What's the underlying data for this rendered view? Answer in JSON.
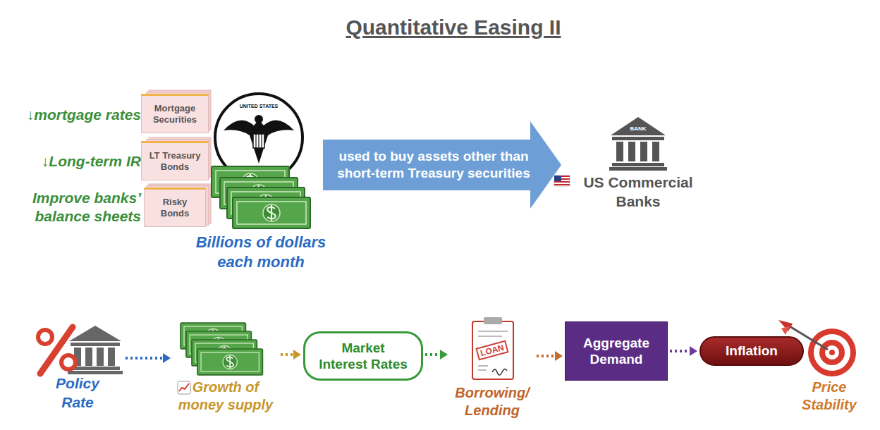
{
  "diagram": {
    "title": "Quantitative Easing II",
    "nodes": [
      {
        "text": [
          "Mortgage Securities"
        ]
      },
      {
        "text": [
          "LT Treasury Bonds"
        ]
      },
      {
        "text": [
          "Risky Bonds"
        ]
      },
      {
        "text": [
          "Billions of dollars each month"
        ]
      },
      {
        "text": [
          "used to buy assets other than short-term Treasury securities"
        ]
      },
      {
        "text": [
          "US Commercial Banks"
        ]
      },
      {
        "text": [
          "Policy Rate"
        ]
      },
      {
        "text": [
          "Growth of money supply"
        ]
      },
      {
        "text": [
          "Market Interest Rates"
        ]
      },
      {
        "text": [
          "Borrowing/ Lending"
        ]
      },
      {
        "text": [
          "Aggregate Demand"
        ]
      },
      {
        "text": [
          "Inflation"
        ]
      },
      {
        "text": [
          "Price Stability"
        ]
      }
    ],
    "edges": [
      {
        "from": 6,
        "to": 7,
        "arrow": "to"
      },
      {
        "from": 7,
        "to": 8,
        "arrow": "to"
      },
      {
        "from": 8,
        "to": 9,
        "arrow": "to"
      },
      {
        "from": 9,
        "to": 10,
        "arrow": "to"
      },
      {
        "from": 10,
        "to": 11,
        "arrow": "to"
      }
    ],
    "labels": [
      "↓mortgage rates",
      "↓Long-term IR",
      "Improve banks’ balance sheets",
      "UNITED STATES",
      "BANK",
      "LOAN"
    ]
  }
}
